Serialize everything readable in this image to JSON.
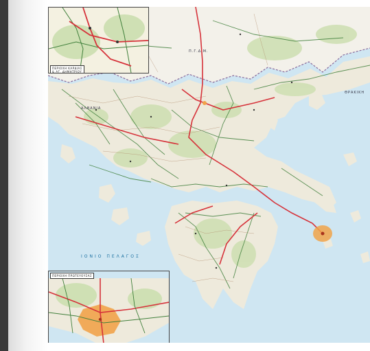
{
  "viewer": {
    "accent": "#3a3a3a"
  },
  "map": {
    "country_labels": {
      "fyrom": "Π.Γ.Δ.Μ.",
      "albania": "ΑΛΒΑΝΙΑ",
      "thrace": "ΘΡΑΚΙΚΗ"
    },
    "sea_label": "ΙΟΝΙΟ ΠΕΛΑΓΟΣ",
    "inset_karditsa": {
      "title_line1": "ΠΕΡΙΟΧΗ ΚΑΡΔΙΑΣ",
      "title_line2": "& ΑΓ. ΔΗΜΗΤΡΙΟΥ"
    },
    "inset_capital": {
      "title": "ΠΕΡΙΟΧΗ ΠΡΩΤΕΥΟΥΣΑΣ"
    },
    "colors": {
      "sea": "#cfe6f2",
      "land": "#eeeadc",
      "forest": "#cfe0b4",
      "highway": "#d6323a",
      "road": "#3f7f3a",
      "border": "#8a6a9a",
      "urban": "#f1a34a"
    }
  }
}
